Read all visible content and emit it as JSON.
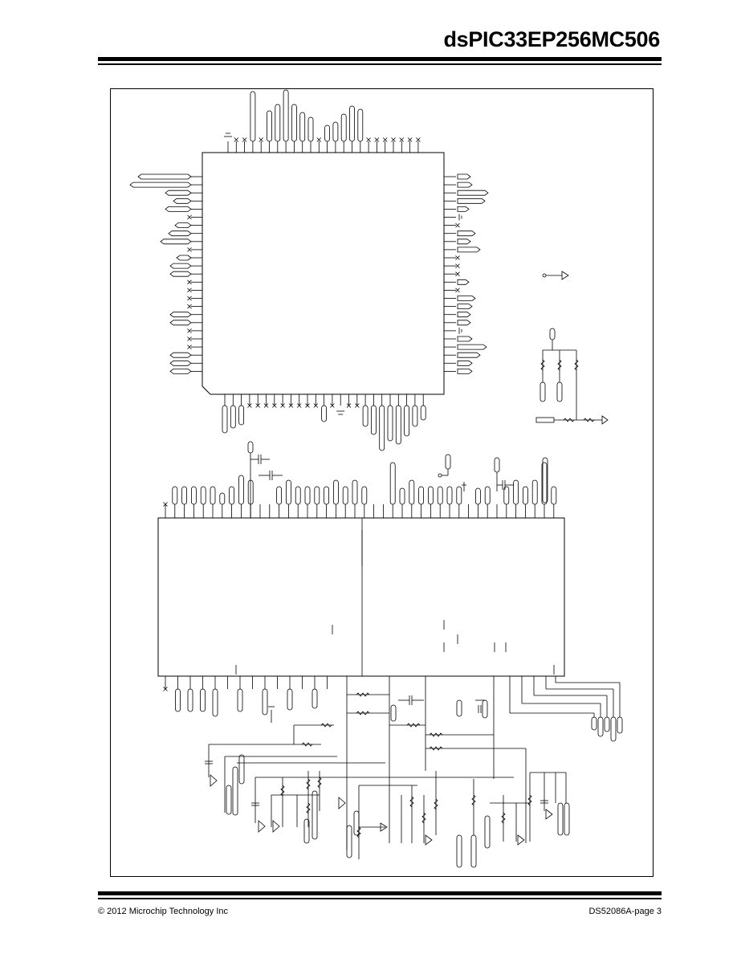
{
  "header": {
    "title": "dsPIC33EP256MC506"
  },
  "footer": {
    "copyright": "© 2012 Microchip Technology Inc",
    "page_label": "DS52086A-page 3"
  }
}
